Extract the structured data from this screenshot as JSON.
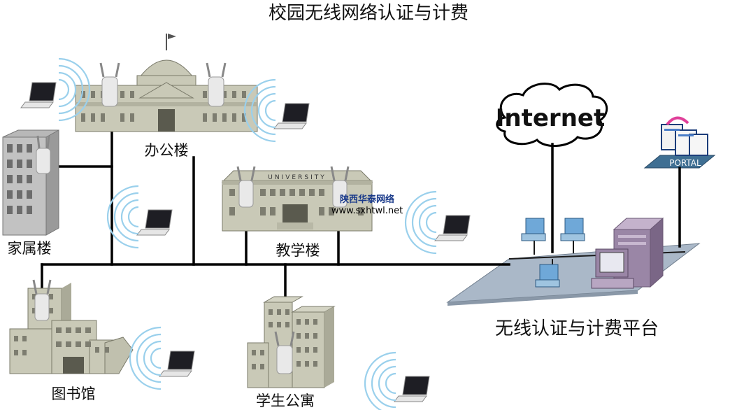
{
  "title": "校园无线网络认证与计费",
  "buildings": {
    "office": "办公楼",
    "family": "家属楼",
    "teaching": "教学楼",
    "library": "图书馆",
    "dorm": "学生公寓"
  },
  "university_sign": "UNIVERSITY",
  "watermark": {
    "line1": "陕西华泰网络",
    "line2": "www.sxhtwl.net"
  },
  "internet_label": "Internet",
  "portal_label": "PORTAL",
  "platform_label": "无线认证与计费平台",
  "colors": {
    "wire": "#000000",
    "wave": "#9ad0ec",
    "platform": "#aab8c8",
    "server": "#9a86a6"
  }
}
